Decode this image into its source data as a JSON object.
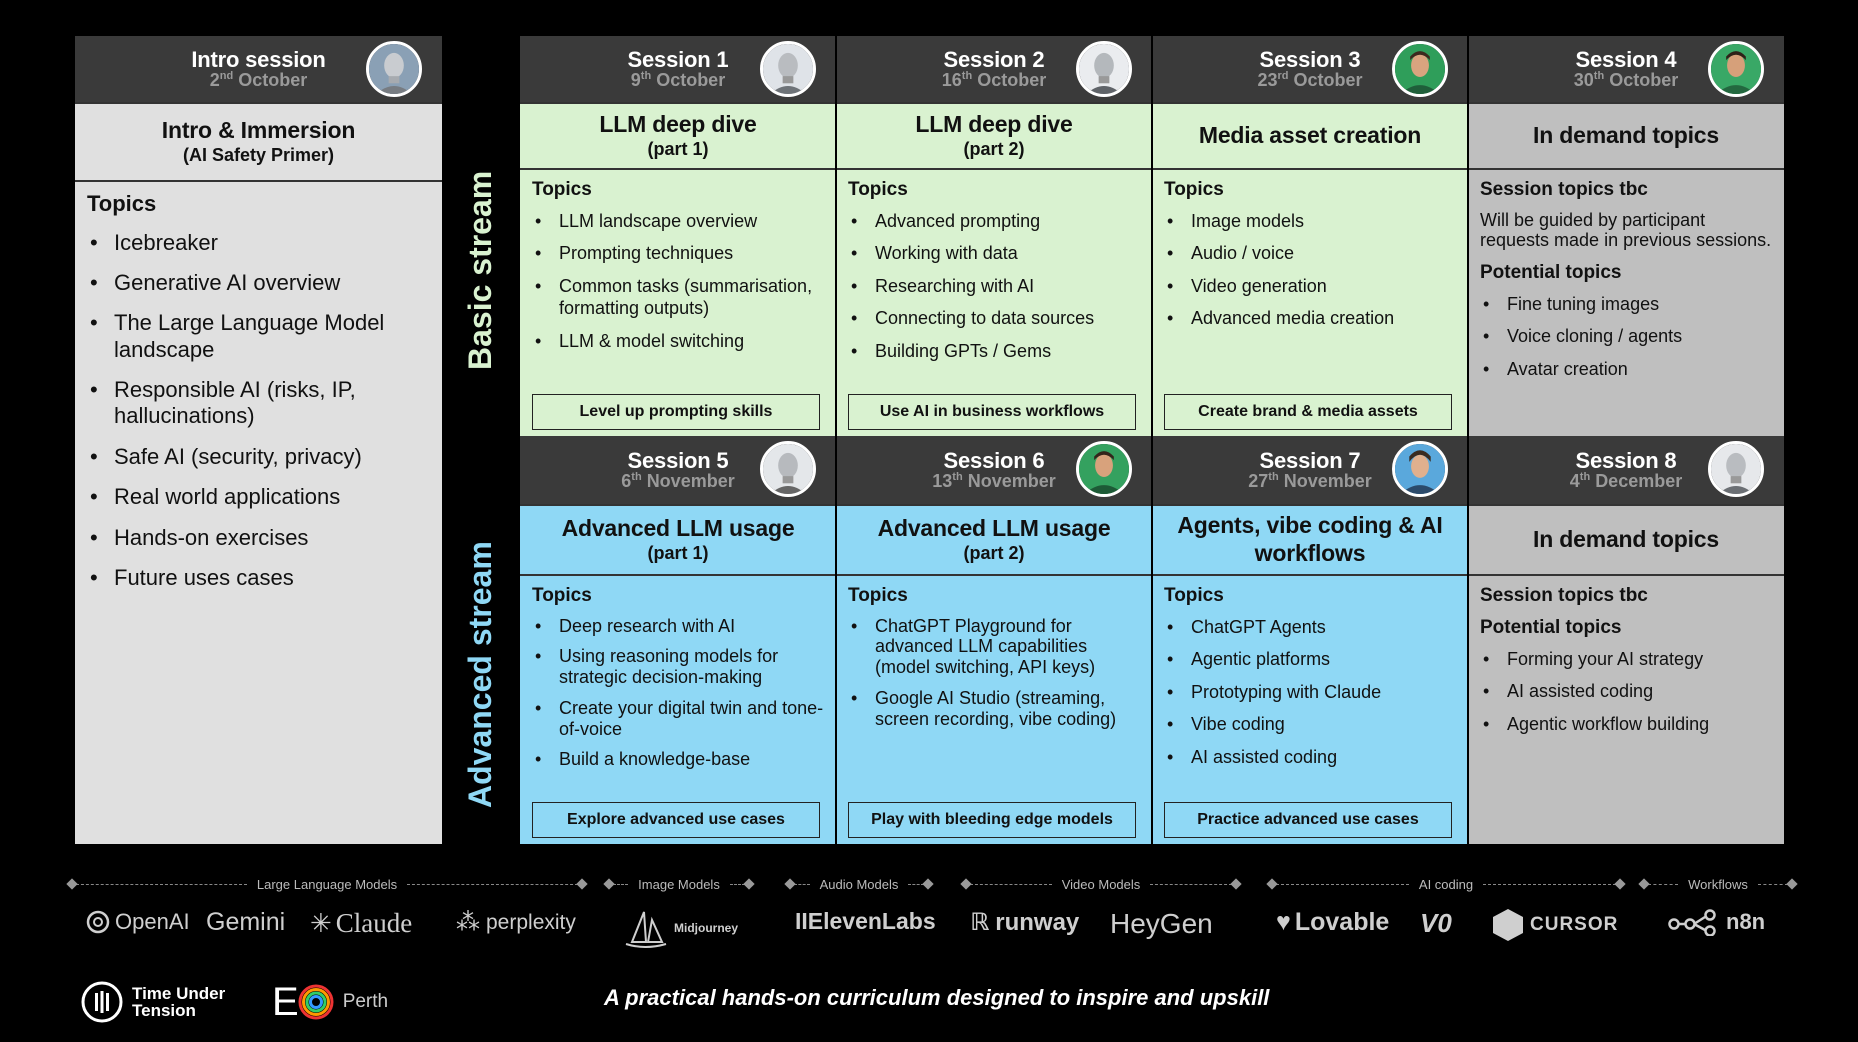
{
  "streams": {
    "basic": "Basic stream",
    "advanced": "Advanced stream"
  },
  "intro": {
    "name": "Intro session",
    "date_day": "2",
    "date_suffix": "nd",
    "date_month": "October",
    "title": "Intro & Immersion",
    "subtitle": "(AI Safety Primer)",
    "topics_heading": "Topics",
    "topics": [
      "Icebreaker",
      "Generative AI overview",
      "The Large Language Model landscape",
      "Responsible AI (risks, IP, hallucinations)",
      "Safe AI (security, privacy)",
      "Real world applications",
      "Hands-on exercises",
      "Future uses cases"
    ]
  },
  "sessions": [
    {
      "name": "Session 1",
      "date_day": "9",
      "date_suffix": "th",
      "date_month": "October",
      "title": "LLM deep dive",
      "subtitle": "(part 1)",
      "topics_heading": "Topics",
      "topics": [
        "LLM landscape overview",
        "Prompting techniques",
        "Common tasks (summarisation, formatting outputs)",
        "LLM & model switching"
      ],
      "cta": "Level up prompting skills"
    },
    {
      "name": "Session 2",
      "date_day": "16",
      "date_suffix": "th",
      "date_month": "October",
      "title": "LLM deep dive",
      "subtitle": "(part 2)",
      "topics_heading": "Topics",
      "topics": [
        "Advanced prompting",
        "Working with data",
        "Researching with AI",
        "Connecting to data sources",
        "Building GPTs / Gems"
      ],
      "cta": "Use AI in business workflows"
    },
    {
      "name": "Session 3",
      "date_day": "23",
      "date_suffix": "rd",
      "date_month": "October",
      "title": "Media asset creation",
      "topics_heading": "Topics",
      "topics": [
        "Image models",
        "Audio / voice",
        "Video generation",
        "Advanced media creation"
      ],
      "cta": "Create brand & media assets"
    },
    {
      "name": "Session 4",
      "date_day": "30",
      "date_suffix": "th",
      "date_month": "October",
      "title": "In demand topics",
      "topics_heading": "Session topics tbc",
      "note": "Will be guided by participant requests made in previous sessions.",
      "potential_heading": "Potential topics",
      "topics": [
        "Fine tuning images",
        "Voice cloning / agents",
        "Avatar creation"
      ]
    },
    {
      "name": "Session 5",
      "date_day": "6",
      "date_suffix": "th",
      "date_month": "November",
      "title": "Advanced LLM usage",
      "subtitle": "(part 1)",
      "topics_heading": "Topics",
      "topics": [
        "Deep research with AI",
        "Using reasoning models for strategic decision-making",
        "Create your digital twin and tone-of-voice",
        "Build a knowledge-base"
      ],
      "cta": "Explore advanced use cases"
    },
    {
      "name": "Session 6",
      "date_day": "13",
      "date_suffix": "th",
      "date_month": "November",
      "title": "Advanced LLM usage",
      "subtitle": "(part 2)",
      "topics_heading": "Topics",
      "topics": [
        "ChatGPT Playground for advanced LLM capabilities (model switching, API keys)",
        "Google AI Studio (streaming, screen recording, vibe coding)"
      ],
      "cta": "Play with bleeding edge models"
    },
    {
      "name": "Session 7",
      "date_day": "27",
      "date_suffix": "th",
      "date_month": "November",
      "title": "Agents, vibe coding & AI workflows",
      "topics_heading": "Topics",
      "topics": [
        "ChatGPT Agents",
        "Agentic platforms",
        "Prototyping with Claude",
        "Vibe coding",
        "AI assisted coding"
      ],
      "cta": "Practice advanced use cases"
    },
    {
      "name": "Session 8",
      "date_day": "4",
      "date_suffix": "th",
      "date_month": "December",
      "title": "In demand topics",
      "topics_heading": "Session topics tbc",
      "potential_heading": "Potential topics",
      "topics": [
        "Forming your AI strategy",
        "AI assisted coding",
        "Agentic workflow building"
      ]
    }
  ],
  "footer": {
    "categories": [
      "Large Language Models",
      "Image Models",
      "Audio Models",
      "Video Models",
      "AI coding",
      "Workflows"
    ],
    "logos": [
      "OpenAI",
      "Gemini",
      "Claude",
      "perplexity",
      "Midjourney",
      "IIElevenLabs",
      "runway",
      "HeyGen",
      "Lovable",
      "V0",
      "CURSOR",
      "n8n"
    ],
    "brand1": "Time Under Tension",
    "brand2": "Perth",
    "tagline": "A practical hands-on curriculum designed to inspire and upskill"
  },
  "colors": {
    "basic": "#d9f2d0",
    "advanced": "#8fd8f5",
    "tbc": "#bfbfbf",
    "header": "#3a3a3a"
  }
}
